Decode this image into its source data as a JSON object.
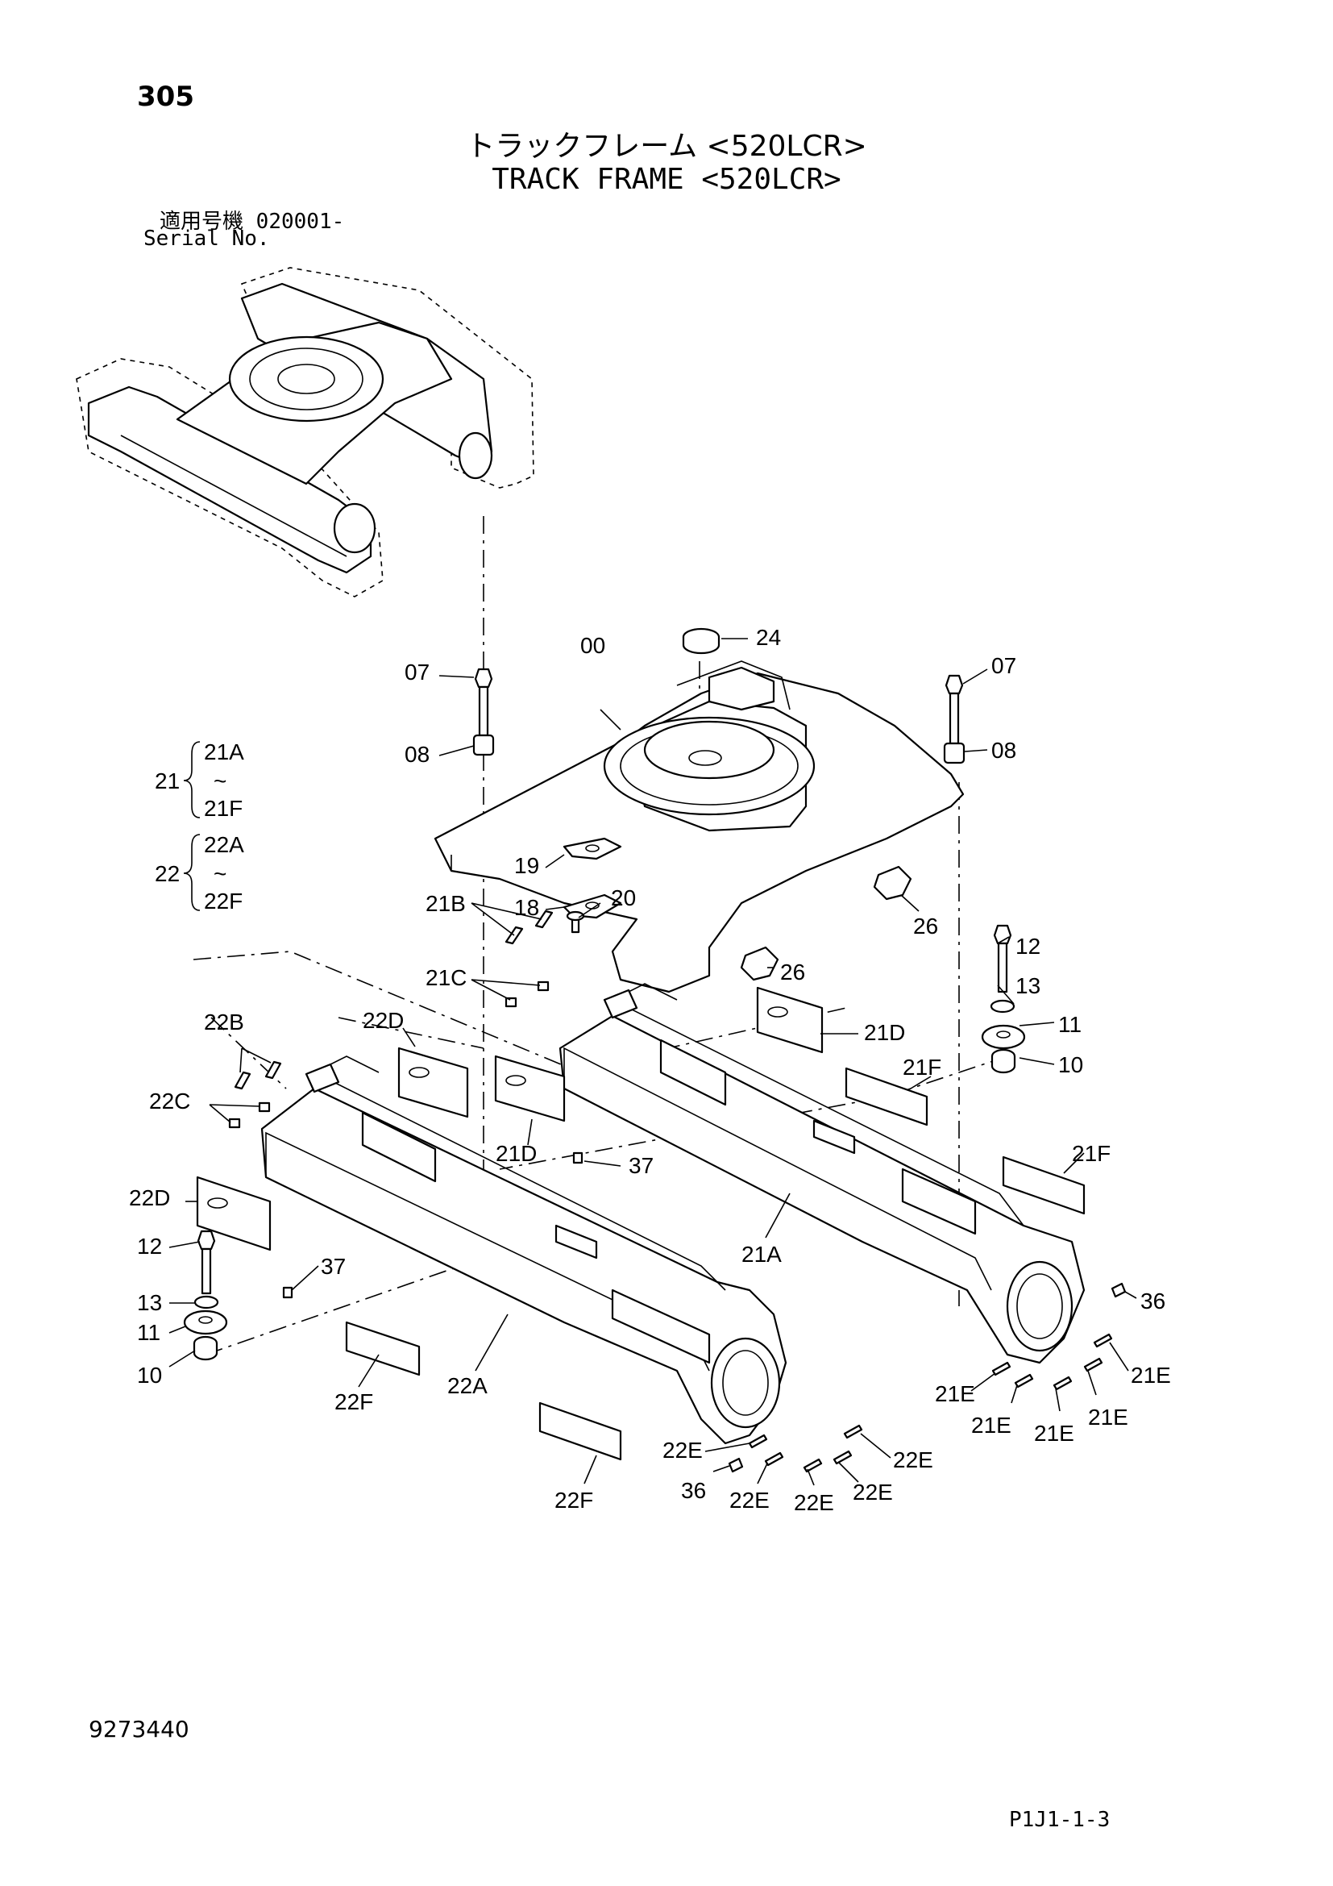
{
  "header": {
    "page_number": "305",
    "title_jp": "トラックフレーム <520LCR>",
    "title_en": "TRACK FRAME <520LCR>",
    "serial_label_jp": "適用号機",
    "serial_value": "020001-",
    "serial_label_en": "Serial No."
  },
  "groups": [
    {
      "id": "21",
      "from": "21A",
      "tilde": "~",
      "to": "21F"
    },
    {
      "id": "22",
      "from": "22A",
      "tilde": "~",
      "to": "22F"
    }
  ],
  "callouts": {
    "c00": "00",
    "c24": "24",
    "c07_l": "07",
    "c08_l": "08",
    "c07_r": "07",
    "c08_r": "08",
    "c19": "19",
    "c18": "18",
    "c20": "20",
    "c26_a": "26",
    "c26_b": "26",
    "c21B": "21B",
    "c21C": "21C",
    "c12_r": "12",
    "c13_r": "13",
    "c11_r": "11",
    "c10_r": "10",
    "c21D_a": "21D",
    "c21F_a": "21F",
    "c21D_b": "21D",
    "c37_a": "37",
    "c21F_b": "21F",
    "c22B": "22B",
    "c22D_a": "22D",
    "c22C": "22C",
    "c22D_b": "22D",
    "c12_l": "12",
    "c13_l": "13",
    "c11_l": "11",
    "c10_l": "10",
    "c37_b": "37",
    "c21A": "21A",
    "c36_r": "36",
    "c22A": "22A",
    "c22F_a": "22F",
    "c22F_b": "22F",
    "c21E_a": "21E",
    "c21E_b": "21E",
    "c21E_c": "21E",
    "c21E_d": "21E",
    "c21E_e": "21E",
    "c22E_a": "22E",
    "c22E_b": "22E",
    "c36_l": "36",
    "c22E_c": "22E",
    "c22E_d": "22E",
    "c22E_e": "22E"
  },
  "footer": {
    "document_number": "9273440",
    "page_code": "P1J1-1-3"
  }
}
